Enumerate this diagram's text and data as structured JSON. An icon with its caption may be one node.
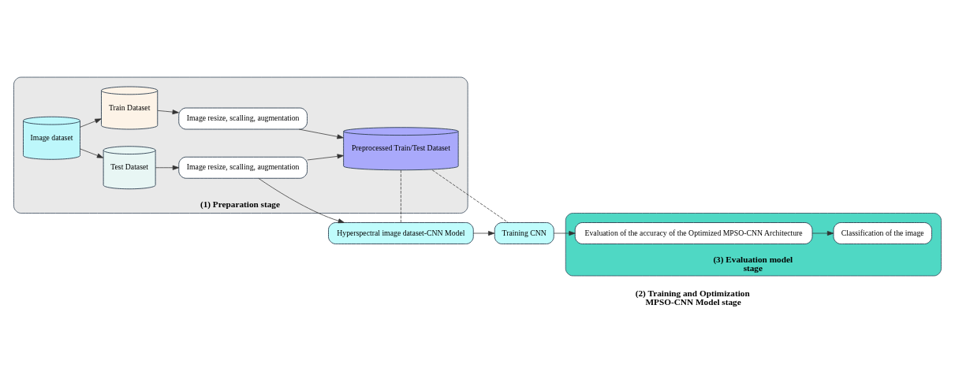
{
  "diagram": {
    "nodes": [
      {
        "text": [
          "(1) Preparation stage"
        ]
      },
      {
        "text": [
          "Test Dataset"
        ],
        "in": 0
      },
      {
        "text": [
          "Image dataset"
        ],
        "in": 0
      },
      {
        "text": [
          "Image resize, scalling, augmentation"
        ],
        "in": 0
      },
      {
        "text": [
          "Train Dataset"
        ],
        "in": 0
      },
      {
        "text": [
          "Image resize, scalling, augmentation"
        ],
        "in": 0
      },
      {
        "text": [
          "Preprocessed Train/Test Dataset"
        ],
        "in": 0
      },
      {
        "text": [
          "Hyperspectral image dataset-CNN Model"
        ]
      },
      {
        "text": [
          "Training CNN"
        ]
      },
      {
        "text": [
          "(3) Evaluation model stage"
        ]
      },
      {
        "text": [
          "Evaluation of the accuracy of the Optimized MPSO-CNN Architecture"
        ],
        "in": 9
      },
      {
        "text": [
          "Classification of the image"
        ],
        "in": 9
      }
    ],
    "edges": [
      {
        "from": 2,
        "to": 1,
        "arrow": "to"
      },
      {
        "from": 2,
        "to": 4,
        "arrow": "to"
      },
      {
        "from": 1,
        "to": 3,
        "arrow": "to"
      },
      {
        "from": 3,
        "to": 6,
        "arrow": "to"
      },
      {
        "from": 4,
        "to": 5,
        "arrow": "to"
      },
      {
        "from": 5,
        "to": 6,
        "arrow": "to"
      },
      {
        "from": 3,
        "to": 7,
        "arrow": "to"
      },
      {
        "from": 7,
        "to": 8,
        "arrow": "to"
      },
      {
        "from": 8,
        "to": 10,
        "arrow": "to"
      },
      {
        "from": 10,
        "to": 11,
        "arrow": "to"
      },
      {
        "from": 6,
        "to": 7,
        "arrow": "none",
        "style": "dashed"
      },
      {
        "from": 6,
        "to": 8,
        "arrow": "none",
        "style": "dashed"
      }
    ],
    "labels": [
      "(2) Training and Optimization MPSO-CNN Model stage"
    ]
  }
}
